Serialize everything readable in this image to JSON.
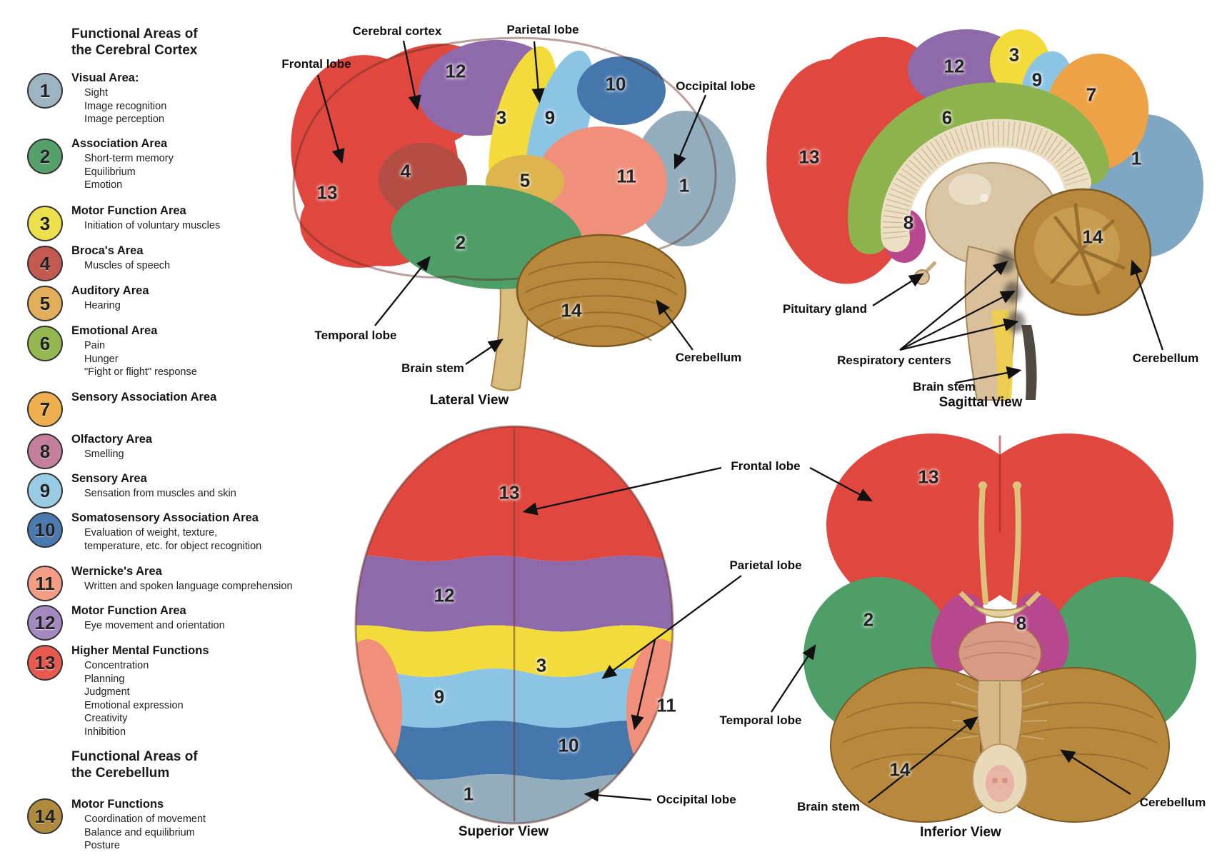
{
  "legend": {
    "heading_cortex": "Functional Areas of\nthe Cerebral Cortex",
    "heading_cerebellum": "Functional Areas of\nthe Cerebellum",
    "items": [
      {
        "num": "1",
        "color": "#9db4c2",
        "title": "Visual Area:",
        "lines": [
          "Sight",
          "Image recognition",
          "Image perception"
        ]
      },
      {
        "num": "2",
        "color": "#55a06b",
        "title": "Association Area",
        "lines": [
          "Short-term memory",
          "Equilibrium",
          "Emotion"
        ]
      },
      {
        "num": "3",
        "color": "#ede04d",
        "title": "Motor Function Area",
        "lines": [
          "Initiation of voluntary muscles"
        ]
      },
      {
        "num": "4",
        "color": "#c25a52",
        "title": "Broca's Area",
        "lines": [
          "Muscles of speech"
        ]
      },
      {
        "num": "5",
        "color": "#e3ae5c",
        "title": "Auditory Area",
        "lines": [
          "Hearing"
        ]
      },
      {
        "num": "6",
        "color": "#94b84f",
        "title": "Emotional Area",
        "lines": [
          "Pain",
          "Hunger",
          "\"Fight or flight\" response"
        ]
      },
      {
        "num": "7",
        "color": "#efaf4f",
        "title": "Sensory Association Area",
        "lines": []
      },
      {
        "num": "8",
        "color": "#c57f9d",
        "title": "Olfactory Area",
        "lines": [
          "Smelling"
        ]
      },
      {
        "num": "9",
        "color": "#99cbe5",
        "title": "Sensory Area",
        "lines": [
          "Sensation from muscles and skin"
        ]
      },
      {
        "num": "10",
        "color": "#4b7ab0",
        "title": "Somatosensory Association Area",
        "lines": [
          "Evaluation of weight, texture,",
          "temperature, etc. for object recognition"
        ]
      },
      {
        "num": "11",
        "color": "#f49d86",
        "title": "Wernicke's Area",
        "lines": [
          "Written and spoken language comprehension"
        ]
      },
      {
        "num": "12",
        "color": "#a488c0",
        "title": "Motor Function Area",
        "lines": [
          "Eye movement and orientation"
        ]
      },
      {
        "num": "13",
        "color": "#e85a50",
        "title": "Higher Mental Functions",
        "lines": [
          "Concentration",
          "Planning",
          "Judgment",
          "Emotional expression",
          "Creativity",
          "Inhibition"
        ]
      },
      {
        "num": "14",
        "color": "#b08a3c",
        "title": "Motor Functions",
        "lines": [
          "Coordination of movement",
          "Balance and equilibrium",
          "Posture"
        ]
      }
    ]
  },
  "views": {
    "lateral": {
      "caption": "Lateral View",
      "labels": {
        "frontal": "Frontal lobe",
        "cerebral_cortex": "Cerebral cortex",
        "parietal": "Parietal lobe",
        "occipital": "Occipital lobe",
        "temporal": "Temporal lobe",
        "brain_stem": "Brain stem",
        "cerebellum": "Cerebellum"
      },
      "markers": [
        "13",
        "12",
        "3",
        "9",
        "10",
        "4",
        "5",
        "11",
        "1",
        "2",
        "14"
      ]
    },
    "sagittal": {
      "caption": "Sagittal View",
      "labels": {
        "pituitary": "Pituitary gland",
        "respiratory": "Respiratory centers",
        "brain_stem": "Brain stem",
        "cerebellum": "Cerebellum"
      },
      "markers": [
        "13",
        "12",
        "3",
        "9",
        "7",
        "6",
        "1",
        "8",
        "14"
      ]
    },
    "superior": {
      "caption": "Superior View",
      "labels": {
        "frontal": "Frontal lobe",
        "parietal": "Parietal lobe",
        "occipital": "Occipital lobe"
      },
      "markers": [
        "13",
        "12",
        "3",
        "9",
        "10",
        "11",
        "1"
      ]
    },
    "inferior": {
      "caption": "Inferior View",
      "labels": {
        "temporal": "Temporal lobe",
        "brain_stem": "Brain stem",
        "cerebellum": "Cerebellum"
      },
      "markers": [
        "13",
        "2",
        "8",
        "14"
      ]
    }
  }
}
